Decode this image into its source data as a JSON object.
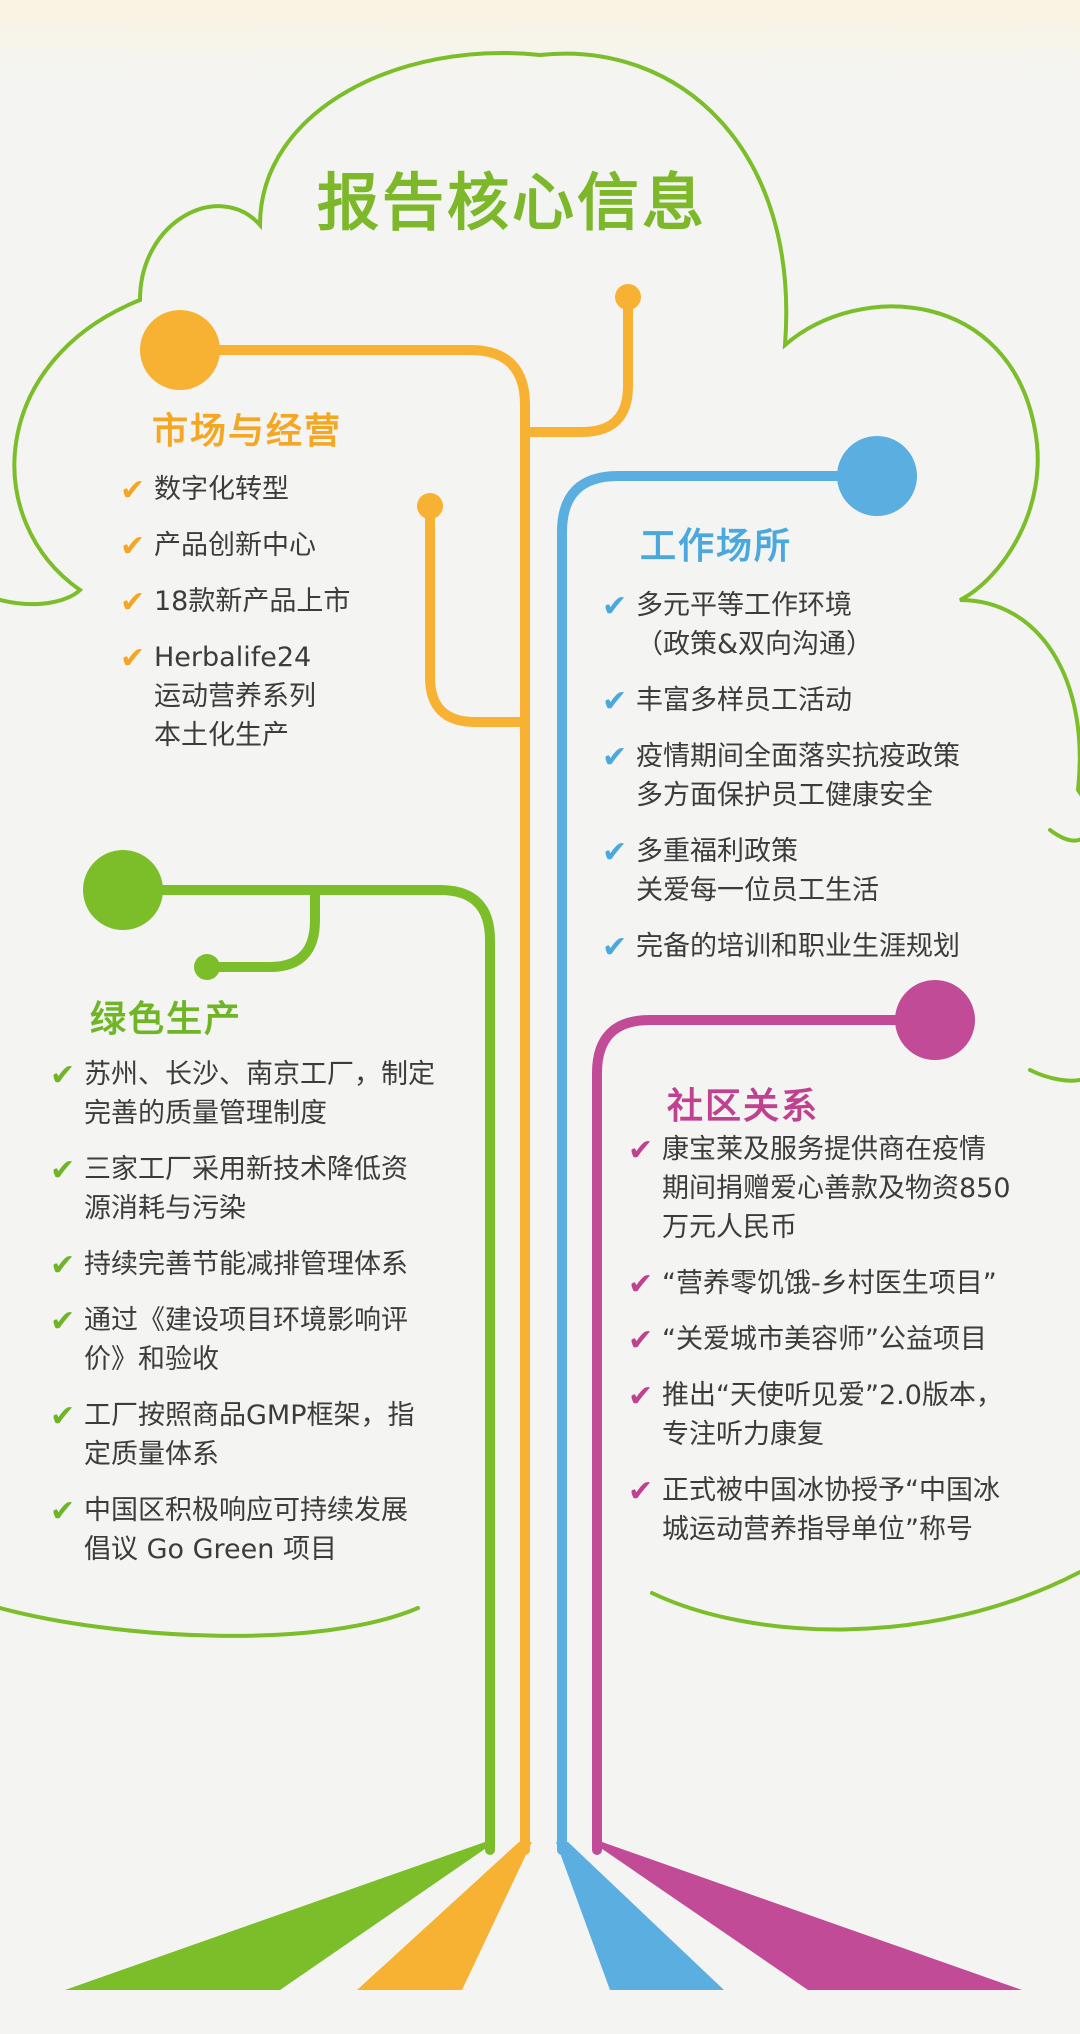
{
  "title": "报告核心信息",
  "colors": {
    "market": "#f7b234",
    "workplace": "#5aaee0",
    "green": "#7cbd2a",
    "community": "#c14b96",
    "title": "#7cb82a"
  },
  "check_icon": "checkmark-icon",
  "sections": {
    "market": {
      "heading": "市场与经营",
      "items": [
        {
          "lines": [
            "数字化转型"
          ]
        },
        {
          "lines": [
            "产品创新中心"
          ]
        },
        {
          "lines": [
            "18款新产品上市"
          ]
        },
        {
          "lines": [
            "Herbalife24",
            "运动营养系列",
            "本土化生产"
          ]
        }
      ]
    },
    "workplace": {
      "heading": "工作场所",
      "items": [
        {
          "lines": [
            "多元平等工作环境",
            "（政策&双向沟通）"
          ]
        },
        {
          "lines": [
            "丰富多样员工活动"
          ]
        },
        {
          "lines": [
            "疫情期间全面落实抗疫政策",
            "多方面保护员工健康安全"
          ]
        },
        {
          "lines": [
            "多重福利政策",
            "关爱每一位员工生活"
          ]
        },
        {
          "lines": [
            "完备的培训和职业生涯规划"
          ]
        }
      ]
    },
    "green": {
      "heading": "绿色生产",
      "items": [
        {
          "lines": [
            "苏州、长沙、南京工厂，制定",
            "完善的质量管理制度"
          ]
        },
        {
          "lines": [
            "三家工厂采用新技术降低资",
            "源消耗与污染"
          ]
        },
        {
          "lines": [
            "持续完善节能减排管理体系"
          ]
        },
        {
          "lines": [
            "通过《建设项目环境影响评",
            "价》和验收"
          ]
        },
        {
          "lines": [
            "工厂按照商品GMP框架，指",
            "定质量体系"
          ]
        },
        {
          "lines": [
            "中国区积极响应可持续发展",
            "倡议 Go Green  项目"
          ]
        }
      ]
    },
    "community": {
      "heading": "社区关系",
      "items": [
        {
          "lines": [
            "康宝莱及服务提供商在疫情",
            "期间捐赠爱心善款及物资850",
            "万元人民币"
          ]
        },
        {
          "lines": [
            "“营养零饥饿-乡村医生项目”"
          ]
        },
        {
          "lines": [
            "“关爱城市美容师”公益项目"
          ]
        },
        {
          "lines": [
            "推出“天使听见爱”2.0版本，",
            "专注听力康复"
          ]
        },
        {
          "lines": [
            "正式被中国冰协授予“中国冰",
            "城运动营养指导单位”称号"
          ]
        }
      ]
    }
  }
}
